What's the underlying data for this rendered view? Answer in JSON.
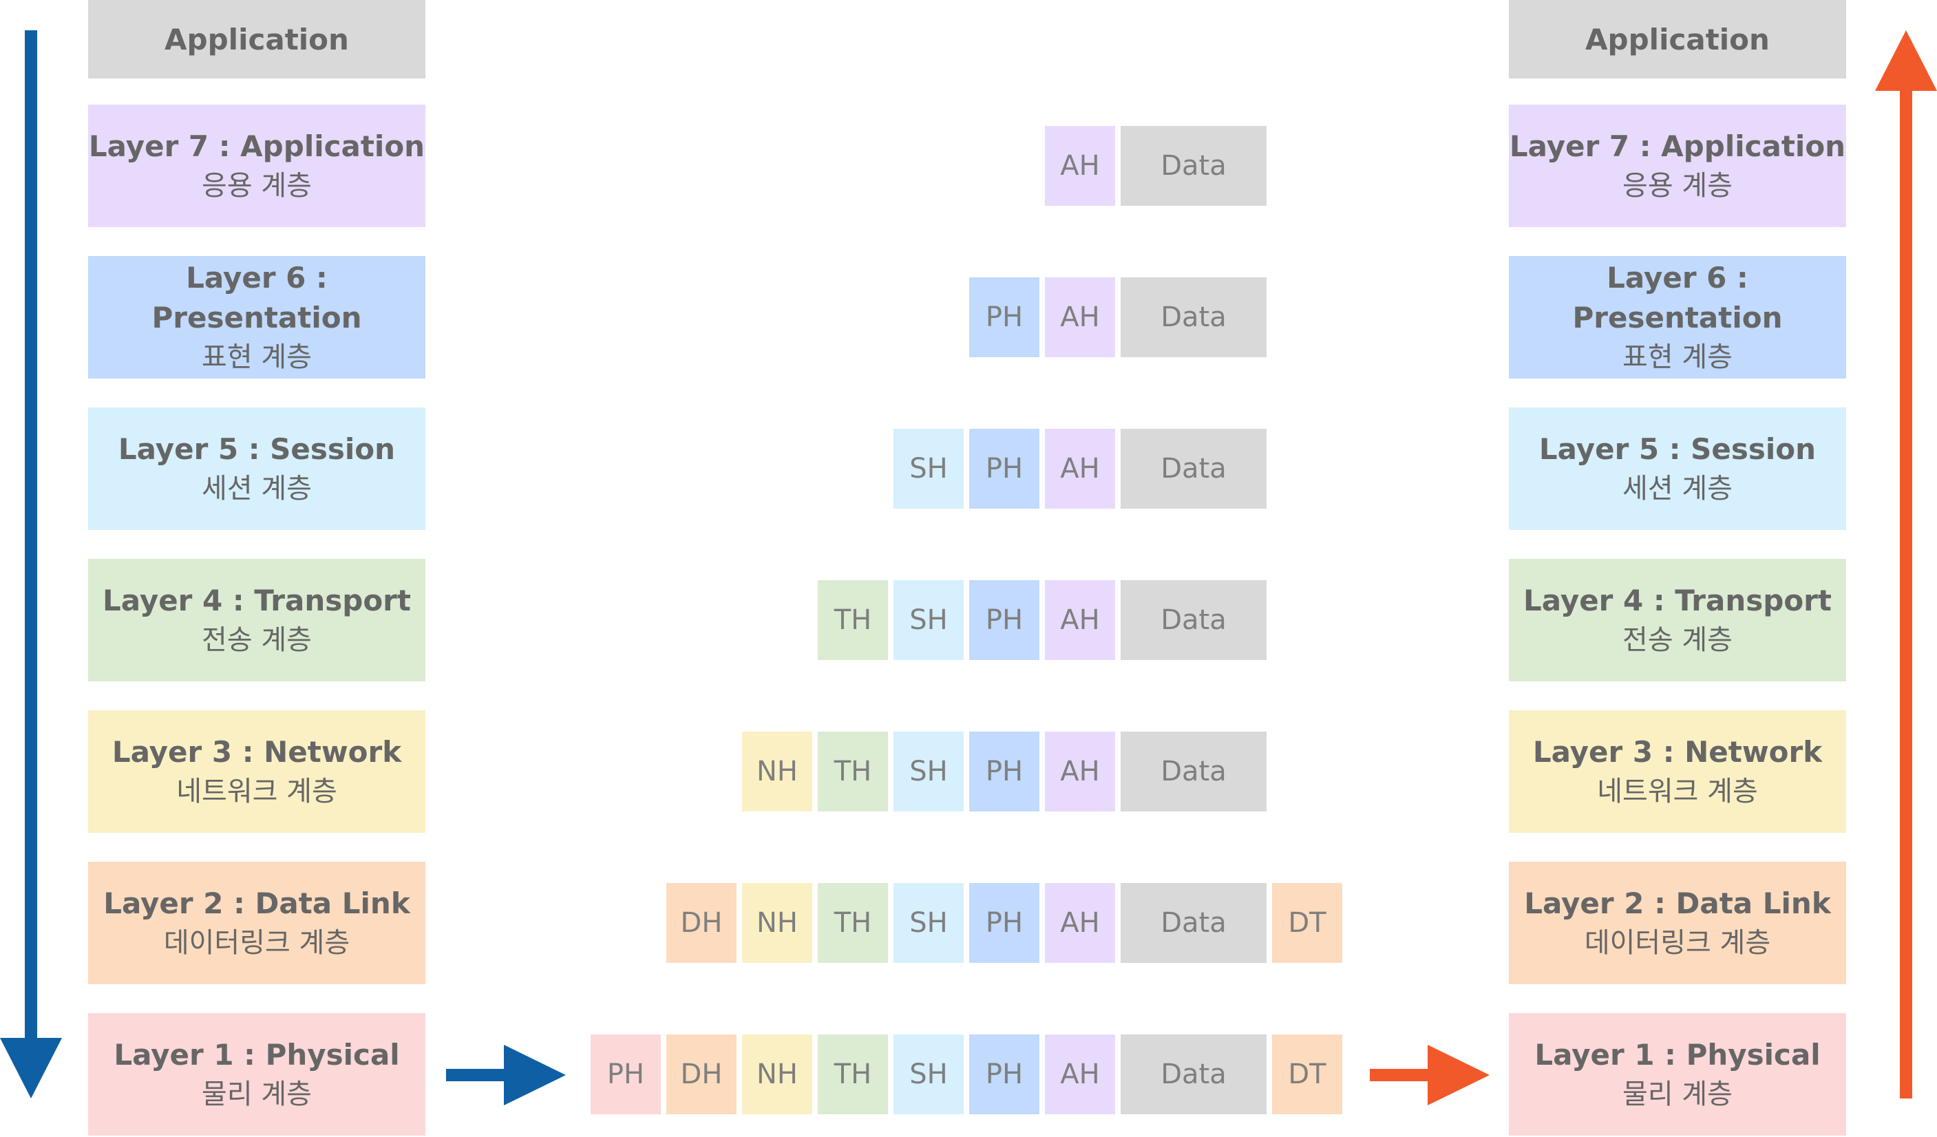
{
  "application_label": "Application",
  "layers": [
    {
      "en": "Layer 7 : Application",
      "ko": "응용 계층",
      "color": "#e8dafd"
    },
    {
      "en": "Layer 6 : Presentation",
      "ko": "표현 계층",
      "color": "#c1dafd"
    },
    {
      "en": "Layer 5 : Session",
      "ko": "세션 계층",
      "color": "#d6f0fd"
    },
    {
      "en": "Layer 4 : Transport",
      "ko": "전송 계층",
      "color": "#dbecd2"
    },
    {
      "en": "Layer 3 : Network",
      "ko": "네트워크 계층",
      "color": "#faf0c3"
    },
    {
      "en": "Layer 2 : Data Link",
      "ko": "데이터링크 계층",
      "color": "#fddbbe"
    },
    {
      "en": "Layer 1 : Physical",
      "ko": "물리 계층",
      "color": "#fdd8d9"
    }
  ],
  "headers": {
    "AH": {
      "label": "AH",
      "color": "#e8dafd"
    },
    "PH": {
      "label": "PH",
      "color": "#c1dafd"
    },
    "SH": {
      "label": "SH",
      "color": "#d6f0fd"
    },
    "TH": {
      "label": "TH",
      "color": "#dbecd2"
    },
    "NH": {
      "label": "NH",
      "color": "#faf0c3"
    },
    "DH": {
      "label": "DH",
      "color": "#fddbbe"
    },
    "PH1": {
      "label": "PH",
      "color": "#fdd8d9"
    },
    "DT": {
      "label": "DT",
      "color": "#fddbbe"
    },
    "Data": {
      "label": "Data",
      "color": "#d9d9d9"
    }
  },
  "encapsulation_rows": [
    [
      "AH",
      "Data"
    ],
    [
      "PH",
      "AH",
      "Data"
    ],
    [
      "SH",
      "PH",
      "AH",
      "Data"
    ],
    [
      "TH",
      "SH",
      "PH",
      "AH",
      "Data"
    ],
    [
      "NH",
      "TH",
      "SH",
      "PH",
      "AH",
      "Data"
    ],
    [
      "DH",
      "NH",
      "TH",
      "SH",
      "PH",
      "AH",
      "Data",
      "DT"
    ],
    [
      "PH1",
      "DH",
      "NH",
      "TH",
      "SH",
      "PH",
      "AH",
      "Data",
      "DT"
    ]
  ],
  "colors": {
    "send_arrow": "#0f5fa4",
    "receive_arrow": "#f2592a",
    "text": "#666666",
    "header_text": "#7f7f7f"
  }
}
